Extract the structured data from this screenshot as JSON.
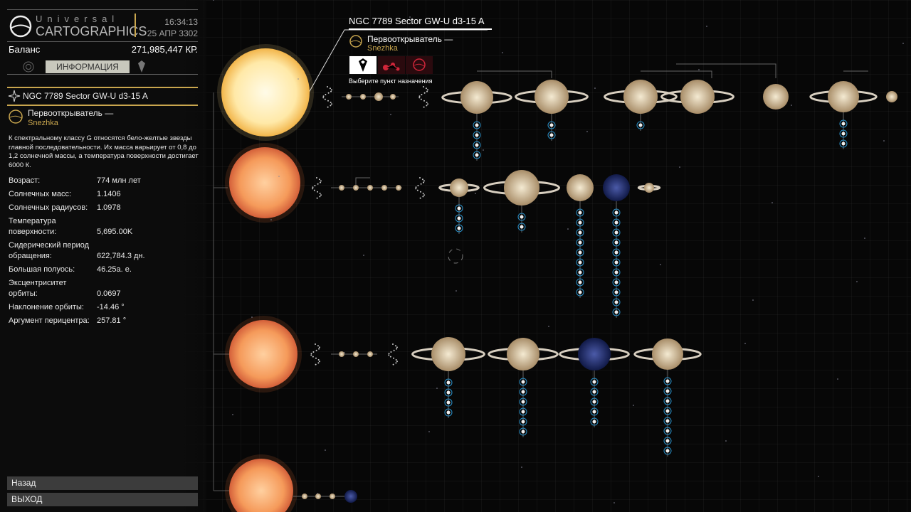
{
  "header": {
    "logo_top": "Universal",
    "logo_bottom": "CARTOGRAPHICS",
    "time": "16:34:13",
    "date": "25 АПР 3302"
  },
  "balance": {
    "label": "Баланс",
    "value": "271,985,447 КР."
  },
  "tabs": [
    {
      "icon": "target-icon"
    },
    {
      "label": "ИНФОРМАЦИЯ",
      "active": true
    },
    {
      "icon": "map-pin-icon"
    }
  ],
  "body": {
    "name": "NGC 7789 Sector GW-U d3-15 A",
    "discoverer_label": "Первооткрыватель —",
    "discoverer": "Snezhka",
    "description": "К спектральному классу G относятся бело-желтые звезды главной последовательности. Их масса варьирует от 0,8 до 1,2 солнечной массы, а температура поверхности достигает 6000 К.",
    "stats": [
      {
        "label": "Возраст:",
        "value": "774 млн лет"
      },
      {
        "label": "Солнечных масс:",
        "value": "1.1406"
      },
      {
        "label": "Солнечных радиусов:",
        "value": "1.0978"
      },
      {
        "label": "Температура поверхности:",
        "value": "5,695.00K"
      },
      {
        "label": "Сидерический период обращения:",
        "value": "622,784.3 дн."
      },
      {
        "label": "Большая полуось:",
        "value": "46.25а. е."
      },
      {
        "label": "Эксцентриситет орбиты:",
        "value": "0.0697"
      },
      {
        "label": "Наклонение орбиты:",
        "value": "-14.46 °"
      },
      {
        "label": "Аргумент перицентра:",
        "value": "257.81 °"
      }
    ]
  },
  "callout": {
    "title": "NGC 7789 Sector GW-U d3-15 A",
    "discoverer_label": "Первооткрыватель —",
    "discoverer": "Snezhka",
    "hint": "Выберите пункт назначения"
  },
  "buttons": {
    "back": "Назад",
    "exit": "ВЫХОД"
  },
  "colors": {
    "accent": "#c9a64e",
    "red": "#d0263a"
  }
}
